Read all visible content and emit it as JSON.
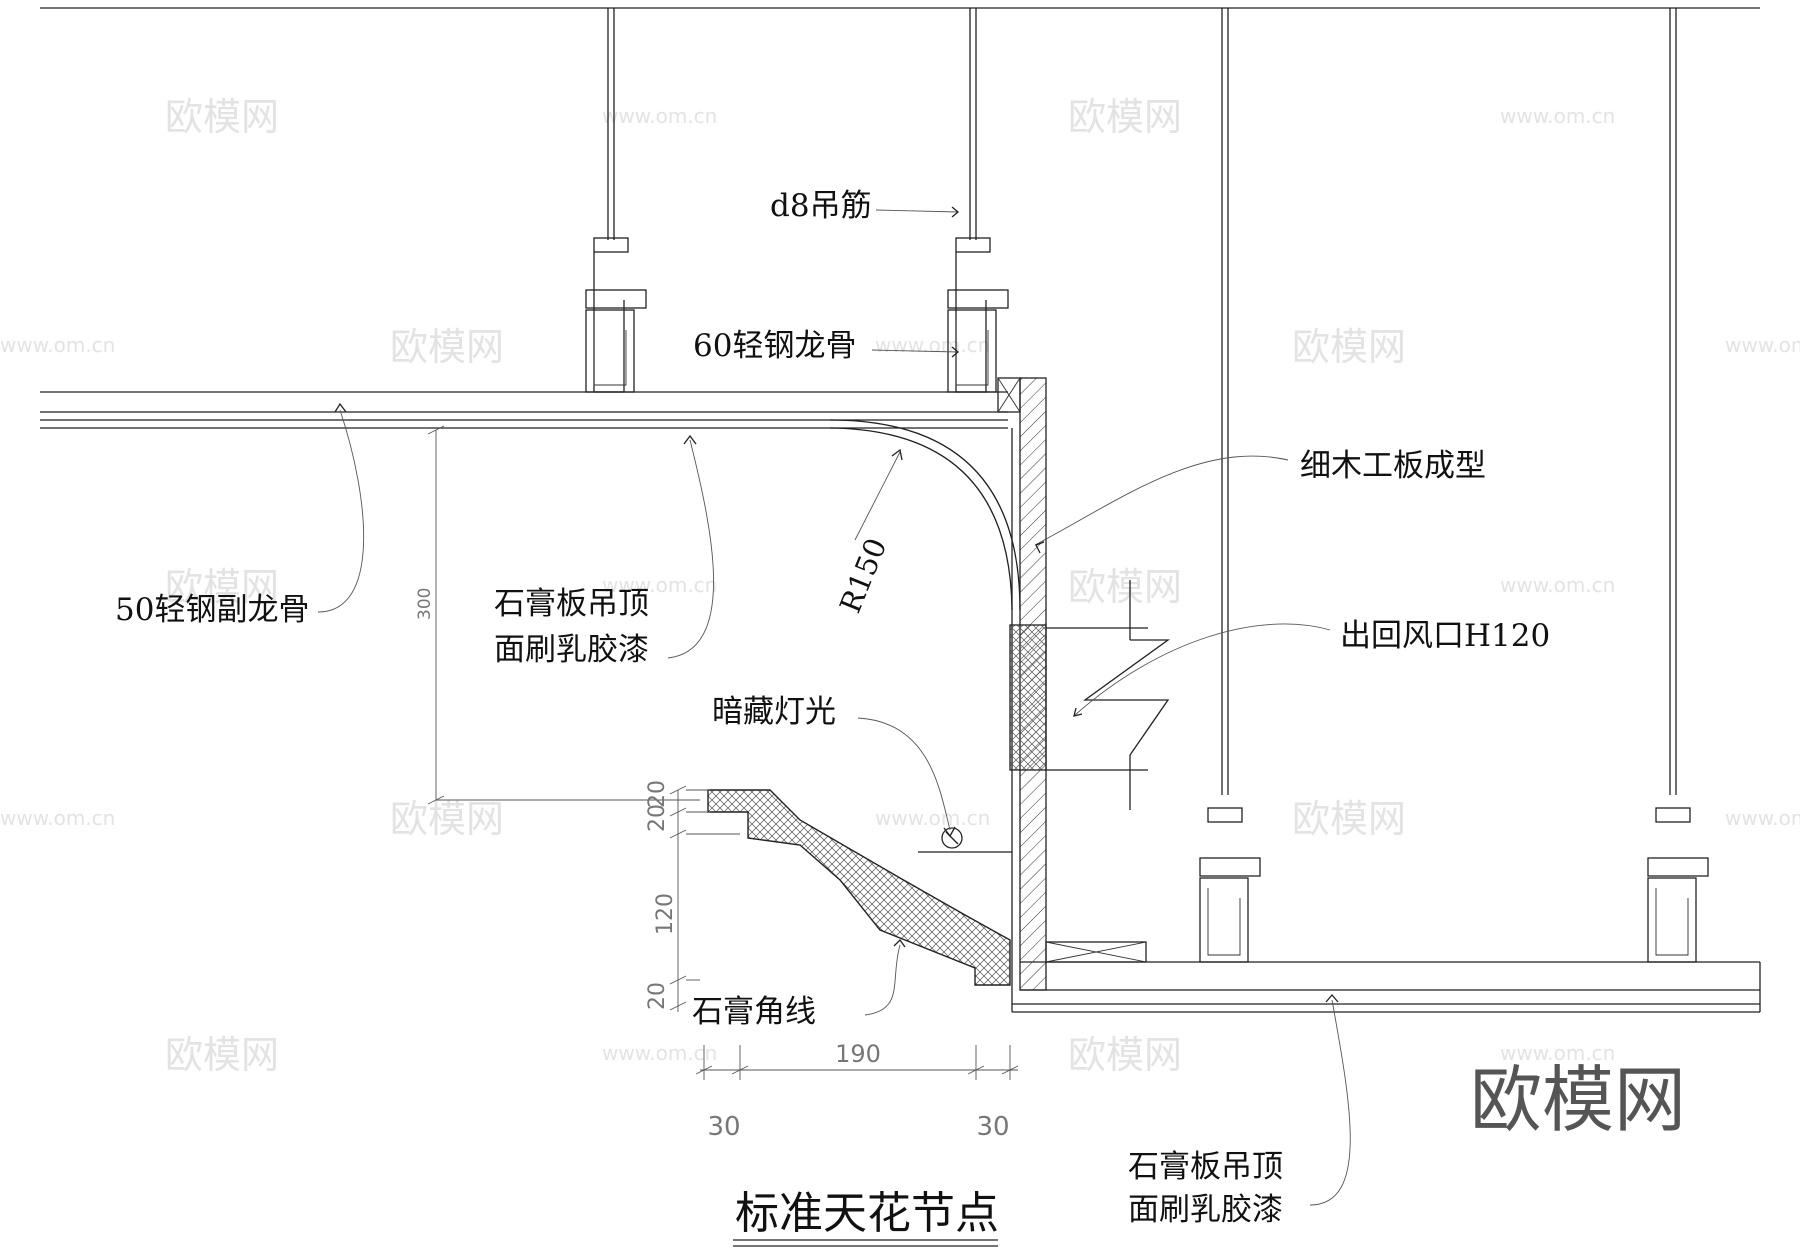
{
  "title": "标准天花节点",
  "watermark": {
    "brand": "欧模网",
    "url": "www.om.cn"
  },
  "labels": {
    "hanger_rod": "d8吊筋",
    "main_keel": "60轻钢龙骨",
    "sub_keel": "50轻钢副龙骨",
    "gypsum_ceiling_upper": [
      "石膏板吊顶",
      "面刷乳胶漆"
    ],
    "radius": "R150",
    "blockboard": "细木工板成型",
    "air_vent": "出回风口H120",
    "hidden_light": "暗藏灯光",
    "cornice": "石膏角线",
    "gypsum_ceiling_lower": [
      "石膏板吊顶",
      "面刷乳胶漆"
    ]
  },
  "dimensions": {
    "height_300": "300",
    "d20_a": "20",
    "d20_b": "20",
    "d120": "120",
    "d20_c": "20",
    "width_190": "190",
    "w30_left": "30",
    "w30_right": "30"
  },
  "colors": {
    "line": "#222222",
    "dimension": "#777777",
    "watermark": "#e3e3e3",
    "brand_mark": "#555555"
  }
}
